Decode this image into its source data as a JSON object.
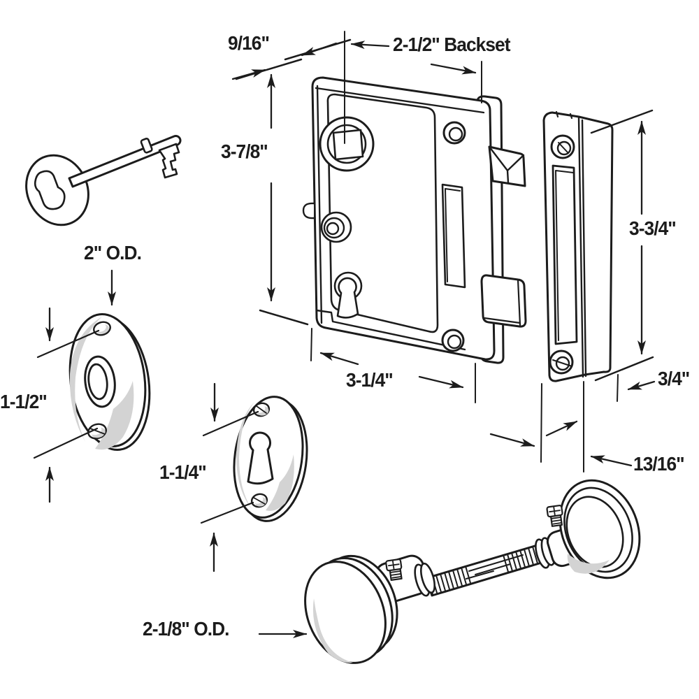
{
  "figure": {
    "type": "technical-line-diagram",
    "description": "Exploded parts diagram of a vertical mortise lock set: skeleton key, lock case, strike plate, rosette, keyhole escutcheon and knob-spindle assembly with dimension callouts",
    "colors": {
      "line": "#1c1c1c",
      "shading": "#d3d3d3",
      "background": "#ffffff"
    },
    "dimensions": {
      "lock_edge_width": "9/16\"",
      "backset": "2-1/2\" Backset",
      "case_height": "3-7/8\"",
      "case_width": "3-1/4\"",
      "strike_height": "3-3/4\"",
      "strike_side_depth": "3/4\"",
      "strike_face_width": "13/16\"",
      "rosette_outer_diameter": "2\" O.D.",
      "rosette_screw_spacing": "1-1/2\"",
      "escutcheon_screw_spacing": "1-1/4\"",
      "knob_outer_diameter": "2-1/8\" O.D."
    }
  }
}
